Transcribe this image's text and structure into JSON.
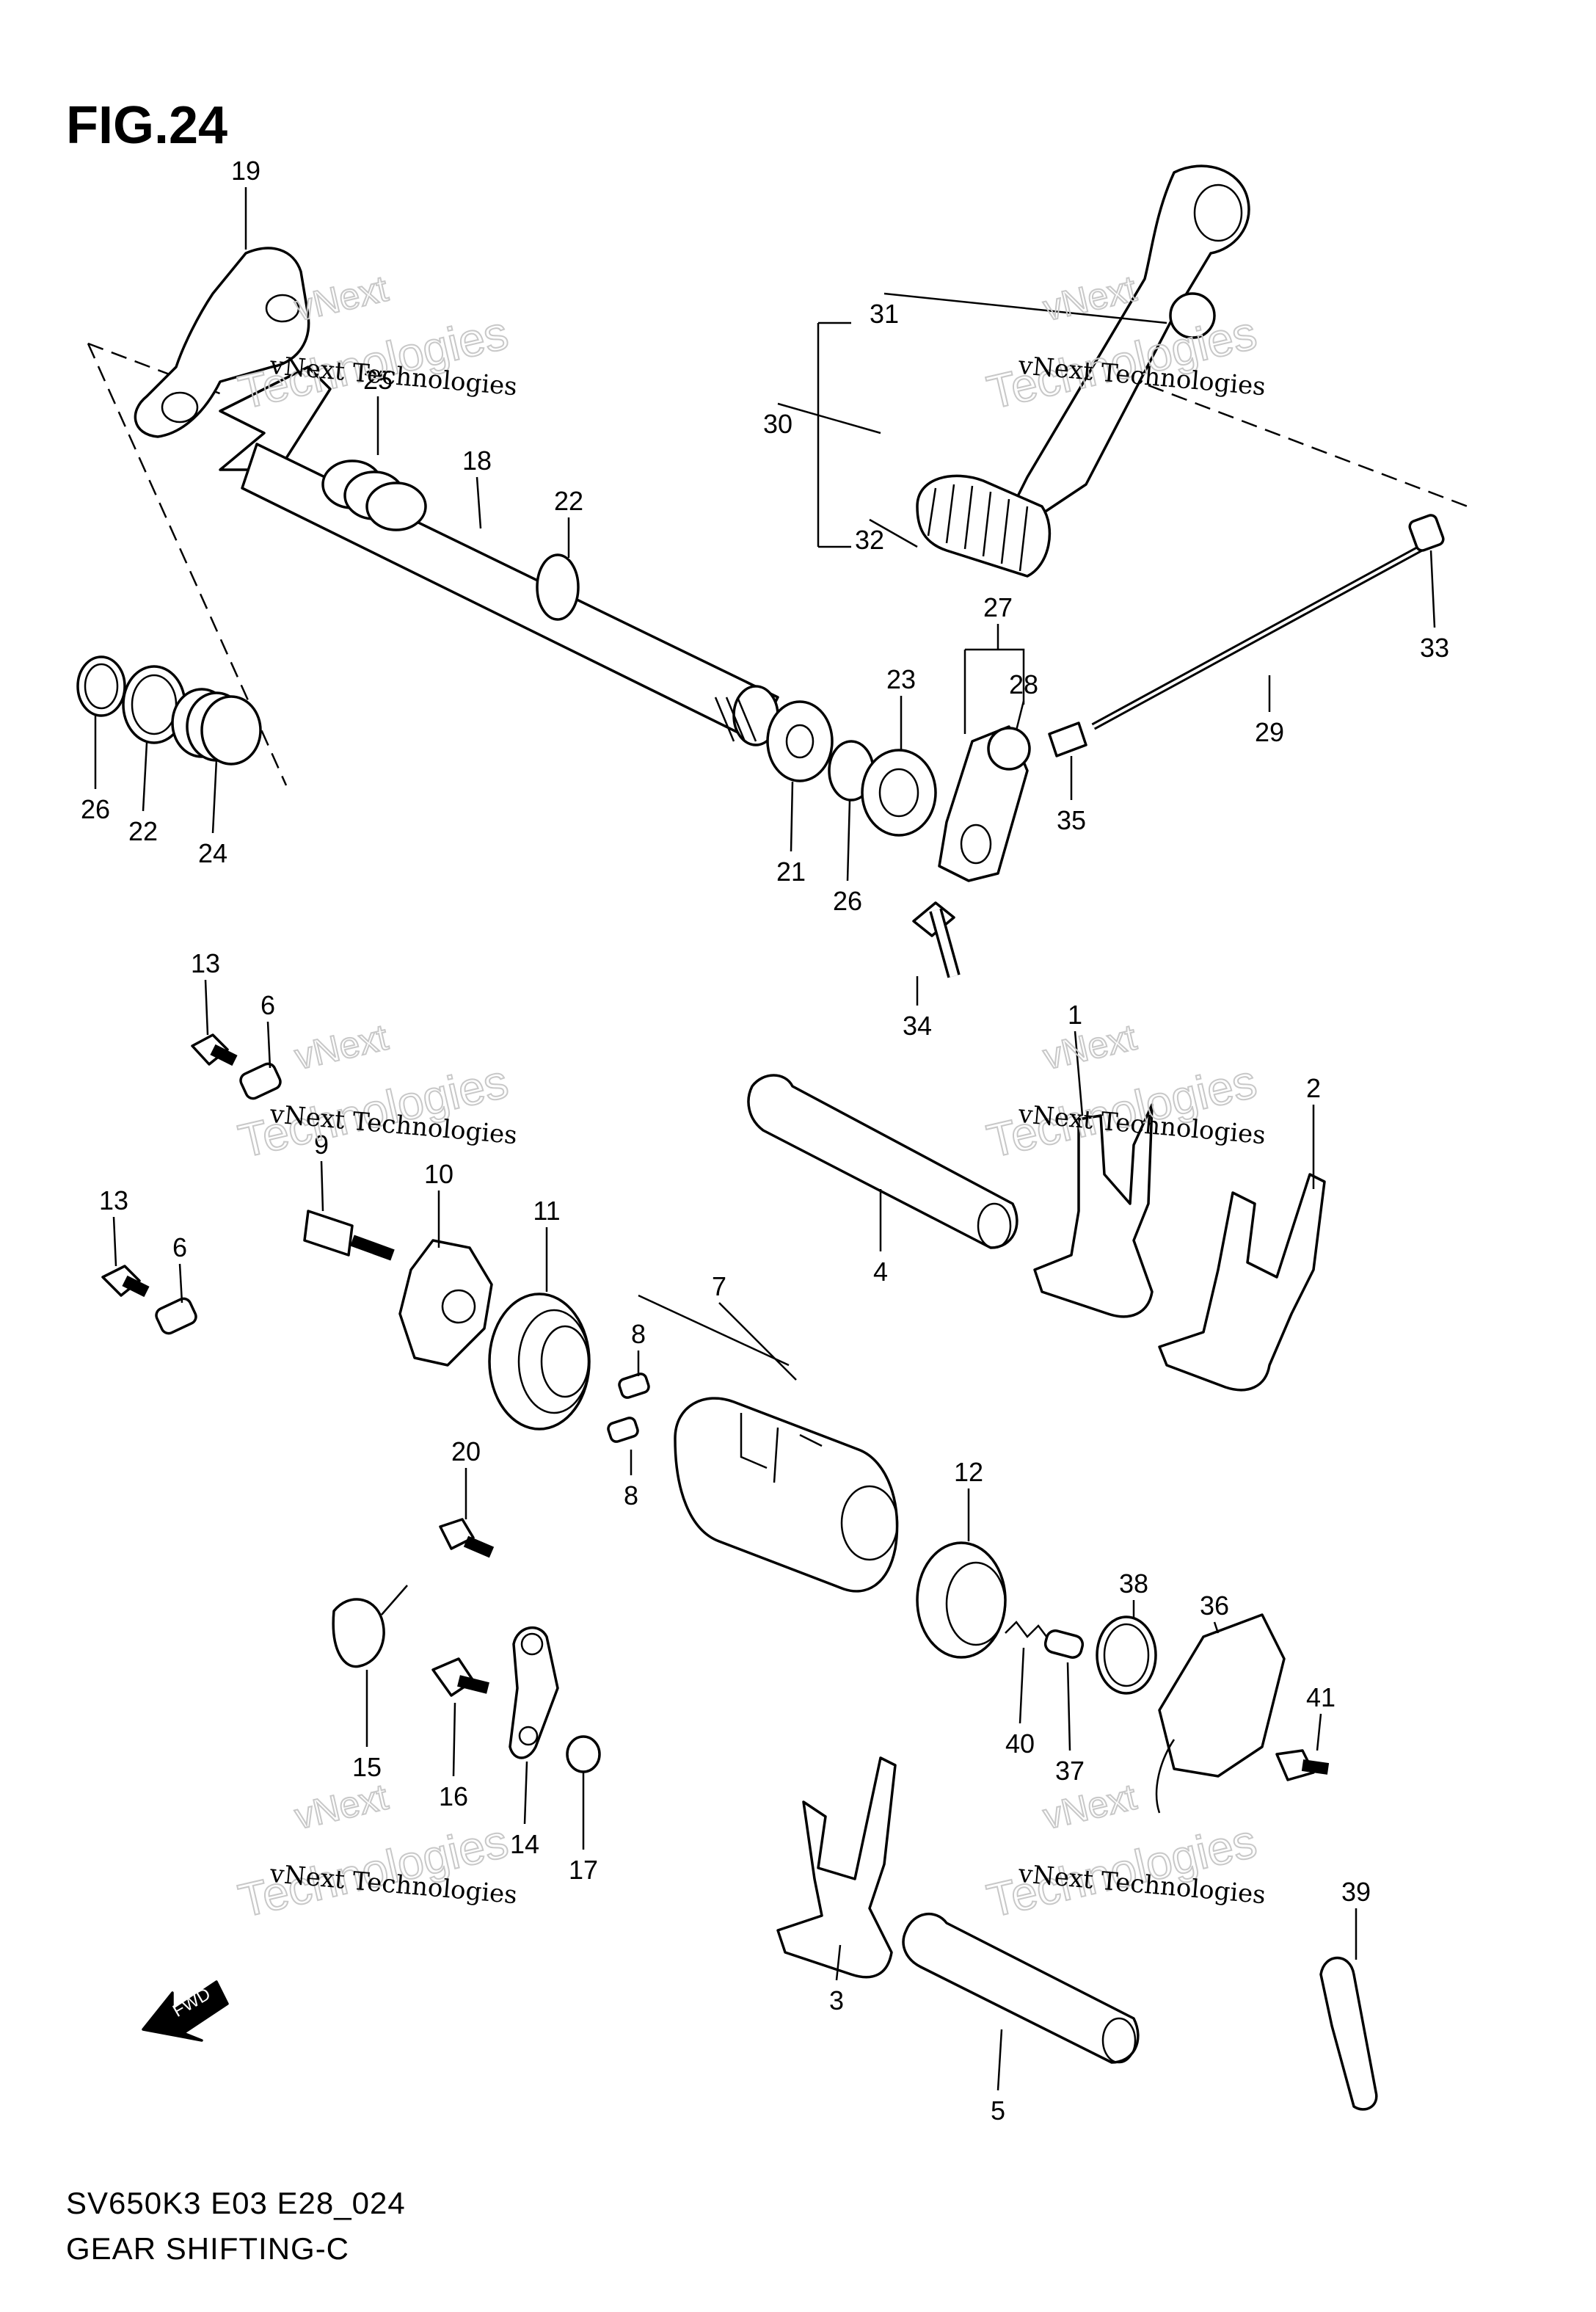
{
  "figure": {
    "title": "FIG.24",
    "model_code": "SV650K3 E03 E28_024",
    "assembly_name": "GEAR SHIFTING-C",
    "fwd_label": "FWD"
  },
  "watermark": {
    "line1": "vNext Technologies",
    "line2": "Technologies",
    "line0": "vNext"
  },
  "callouts": [
    "1",
    "2",
    "3",
    "4",
    "5",
    "6",
    "6",
    "7",
    "8",
    "8",
    "9",
    "10",
    "11",
    "12",
    "13",
    "13",
    "14",
    "15",
    "16",
    "17",
    "18",
    "19",
    "20",
    "21",
    "22",
    "22",
    "23",
    "24",
    "25",
    "26",
    "26",
    "27",
    "28",
    "29",
    "30",
    "31",
    "32",
    "33",
    "34",
    "35",
    "36",
    "37",
    "38",
    "39",
    "40",
    "41"
  ]
}
